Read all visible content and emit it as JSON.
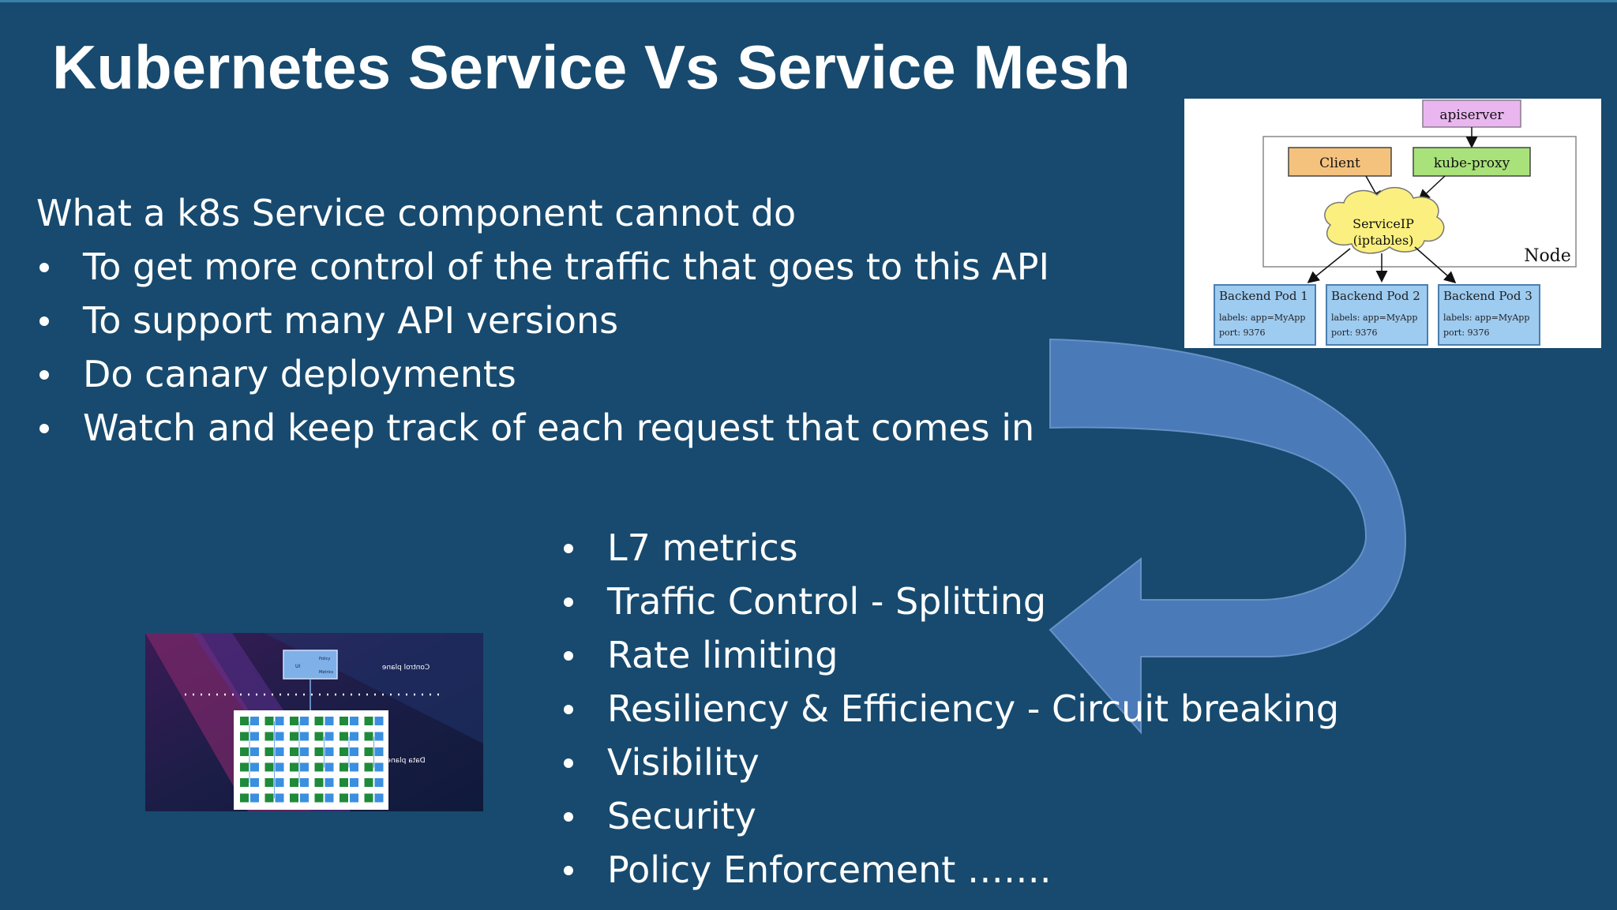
{
  "slide": {
    "title": "Kubernetes Service Vs Service Mesh",
    "intro": "What a k8s Service component cannot do",
    "limitations": [
      "To get more control of the traffic that goes to this API",
      "To support many API versions",
      "Do canary deployments",
      "Watch and keep track of each request that comes in"
    ],
    "mesh_features": [
      "L7 metrics",
      "Traffic Control - Splitting",
      "Rate limiting",
      "Resiliency & Efficiency - Circuit breaking",
      "Visibility",
      "Security",
      "Policy Enforcement ……."
    ]
  },
  "kube_diagram": {
    "apiserver": "apiserver",
    "client": "Client",
    "kube_proxy": "kube-proxy",
    "service_ip_line1": "ServiceIP",
    "service_ip_line2": "(iptables)",
    "node": "Node",
    "pods": [
      {
        "name": "Backend Pod 1",
        "labels": "labels: app=MyApp",
        "port": "port: 9376"
      },
      {
        "name": "Backend Pod 2",
        "labels": "labels: app=MyApp",
        "port": "port: 9376"
      },
      {
        "name": "Backend Pod 3",
        "labels": "labels: app=MyApp",
        "port": "port: 9376"
      }
    ]
  },
  "mesh_diagram": {
    "control_plane": "Control plane",
    "data_plane": "Data plane",
    "ui": "UI",
    "policy": "Policy",
    "metrics": "Metrics"
  },
  "colors": {
    "background": "#174a6e",
    "arrow": "#4f7fbf",
    "pod_fill": "#9ecbf0",
    "client_fill": "#f5c27e",
    "proxy_fill": "#a9e27a",
    "api_fill": "#eab6f0",
    "cloud_fill": "#fbf07f"
  }
}
